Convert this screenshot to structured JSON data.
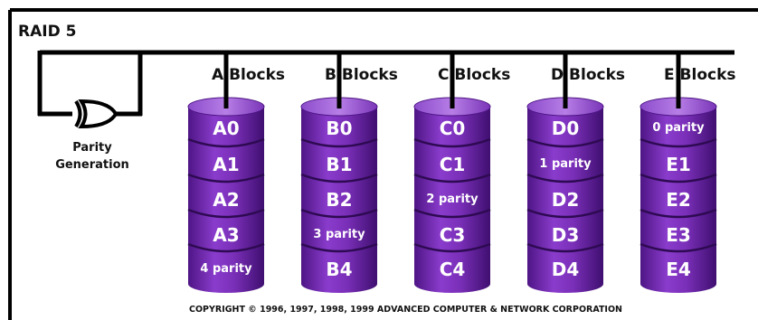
{
  "title": "RAID 5",
  "parity_generation": {
    "line1": "Parity",
    "line2": "Generation"
  },
  "columns": [
    {
      "label": "A Blocks",
      "blocks": [
        "A0",
        "A1",
        "A2",
        "A3",
        "4 parity"
      ]
    },
    {
      "label": "B Blocks",
      "blocks": [
        "B0",
        "B1",
        "B2",
        "3 parity",
        "B4"
      ]
    },
    {
      "label": "C Blocks",
      "blocks": [
        "C0",
        "C1",
        "2 parity",
        "C3",
        "C4"
      ]
    },
    {
      "label": "D Blocks",
      "blocks": [
        "D0",
        "1 parity",
        "D2",
        "D3",
        "D4"
      ]
    },
    {
      "label": "E Blocks",
      "blocks": [
        "0 parity",
        "E1",
        "E2",
        "E3",
        "E4"
      ]
    }
  ],
  "copyright": "COPYRIGHT © 1996, 1997, 1998, 1999 ADVANCED COMPUTER & NETWORK CORPORATION",
  "colors": {
    "frame": "#000000",
    "disk_body": "#7a2fb8",
    "disk_top": "#a462d8",
    "disk_text": "#ffffff"
  }
}
